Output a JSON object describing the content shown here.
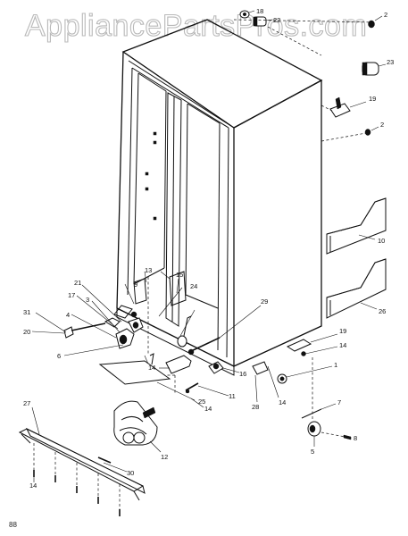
{
  "watermark": {
    "text": "AppliancePartsPros.com"
  },
  "page_number": "88",
  "callouts": [
    {
      "id": "c18a",
      "label": "18"
    },
    {
      "id": "c22",
      "label": "22"
    },
    {
      "id": "c2a",
      "label": "2"
    },
    {
      "id": "c23",
      "label": "23"
    },
    {
      "id": "c19a",
      "label": "19"
    },
    {
      "id": "c2b",
      "label": "2"
    },
    {
      "id": "c10",
      "label": "10"
    },
    {
      "id": "c26",
      "label": "26"
    },
    {
      "id": "c21",
      "label": "21"
    },
    {
      "id": "c17",
      "label": "17"
    },
    {
      "id": "c3",
      "label": "3"
    },
    {
      "id": "c31",
      "label": "31"
    },
    {
      "id": "c4",
      "label": "4"
    },
    {
      "id": "c20",
      "label": "20"
    },
    {
      "id": "c6",
      "label": "6"
    },
    {
      "id": "c9",
      "label": "9"
    },
    {
      "id": "c13",
      "label": "13"
    },
    {
      "id": "c15",
      "label": "15"
    },
    {
      "id": "c24",
      "label": "24"
    },
    {
      "id": "c29",
      "label": "29"
    },
    {
      "id": "c14a",
      "label": "14"
    },
    {
      "id": "c16",
      "label": "16"
    },
    {
      "id": "c11",
      "label": "11"
    },
    {
      "id": "c14b",
      "label": "14"
    },
    {
      "id": "c25",
      "label": "25"
    },
    {
      "id": "c19b",
      "label": "19"
    },
    {
      "id": "c14c",
      "label": "14"
    },
    {
      "id": "c1",
      "label": "1"
    },
    {
      "id": "c28",
      "label": "28"
    },
    {
      "id": "c14d",
      "label": "14"
    },
    {
      "id": "c7",
      "label": "7"
    },
    {
      "id": "c8",
      "label": "8"
    },
    {
      "id": "c5",
      "label": "5"
    },
    {
      "id": "c27",
      "label": "27"
    },
    {
      "id": "c12",
      "label": "12"
    },
    {
      "id": "c30",
      "label": "30"
    },
    {
      "id": "c14e",
      "label": "14"
    }
  ]
}
